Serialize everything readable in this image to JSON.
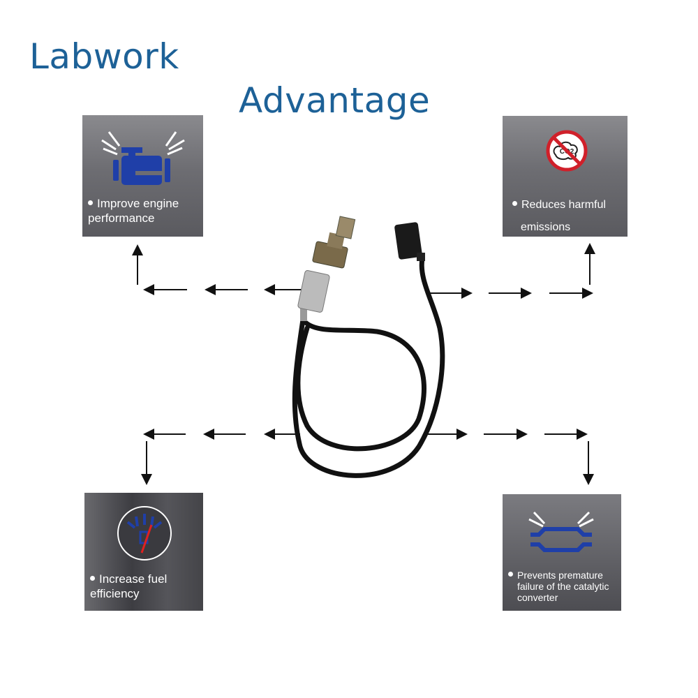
{
  "title": {
    "line1": "Labwork",
    "line2": "Advantage"
  },
  "colors": {
    "title": "#1d6197",
    "icon_blue": "#1f3fa8",
    "prohibit_red": "#d0202a"
  },
  "advantages": [
    {
      "icon": "engine-icon",
      "text": "Improve engine performance"
    },
    {
      "icon": "no-co2-icon",
      "text": "Reduces harmful emissions",
      "icon_label": "CO2"
    },
    {
      "icon": "fuel-gauge-icon",
      "text": "Increase fuel efficiency"
    },
    {
      "icon": "catalytic-converter-icon",
      "text": "Prevents premature failure of the catalytic converter"
    }
  ]
}
